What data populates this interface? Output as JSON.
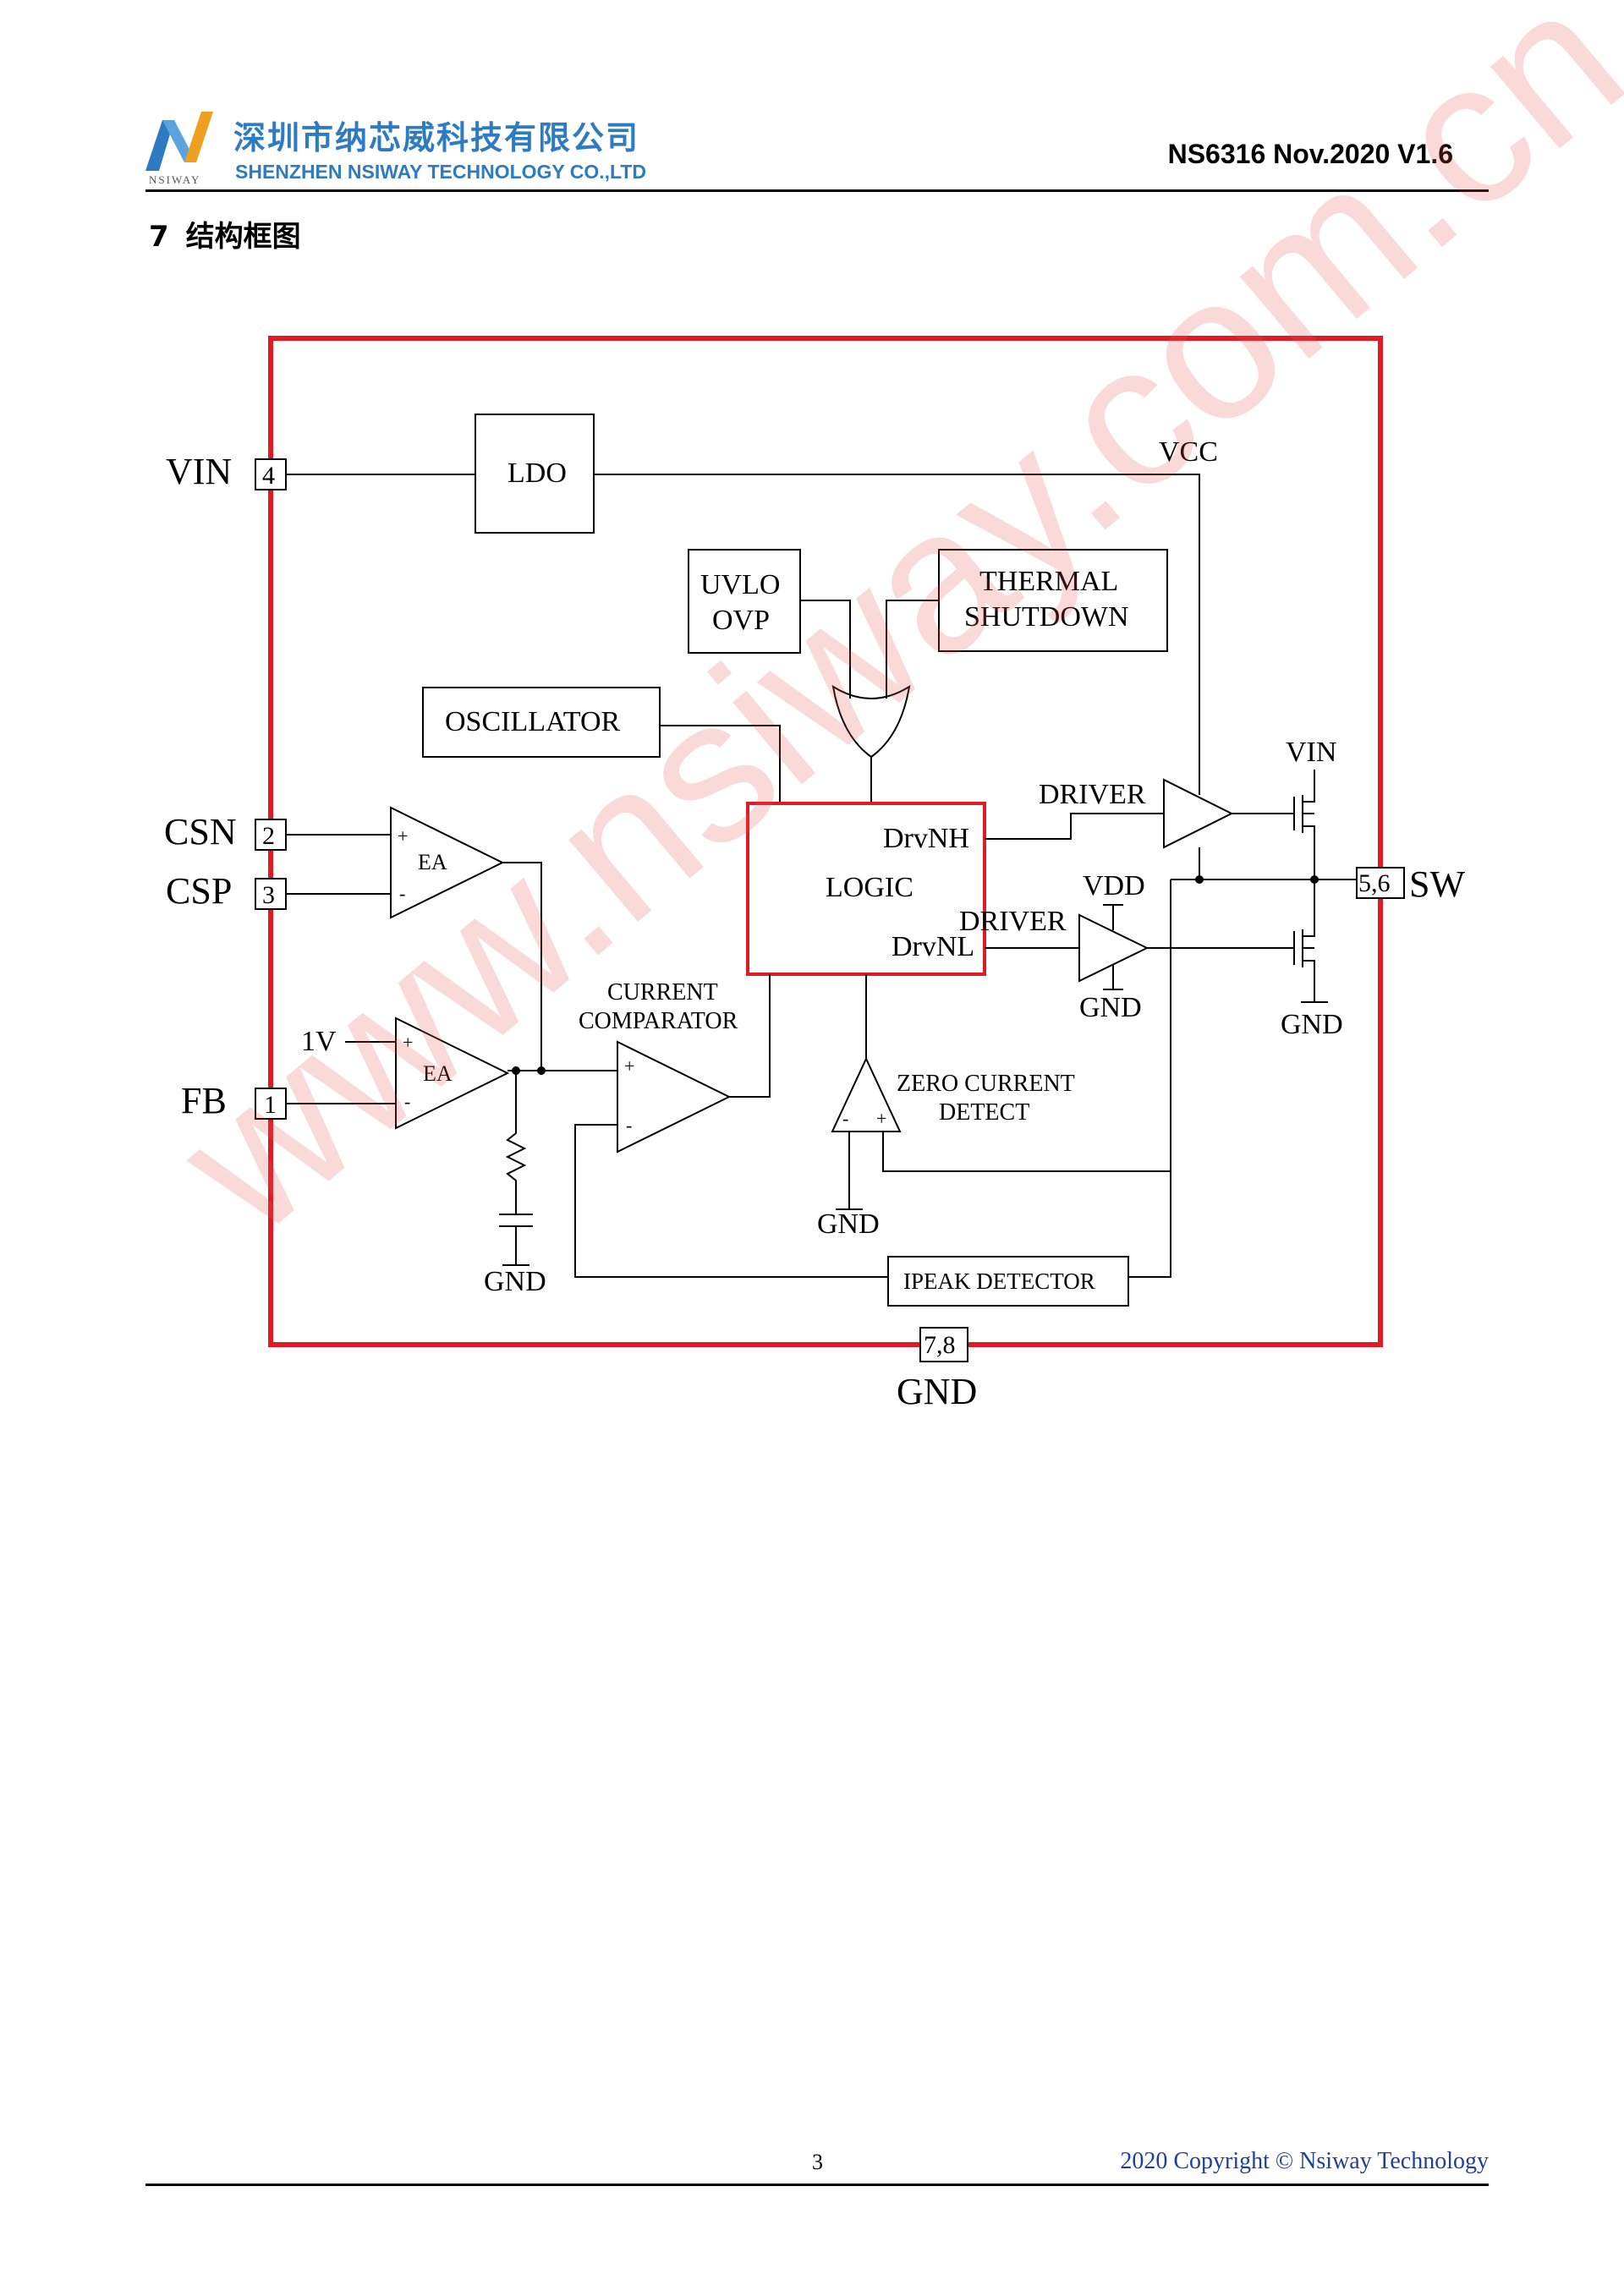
{
  "header": {
    "company_cn": "深圳市纳芯威科技有限公司",
    "company_en": "SHENZHEN NSIWAY TECHNOLOGY CO.,LTD",
    "logo_small": "NSIWAY",
    "doc_id": "NS6316 Nov.2020 V1.6"
  },
  "section": {
    "number": "7",
    "title": "结构框图"
  },
  "diagram": {
    "pins": {
      "vin": "VIN",
      "vin_num": "4",
      "csn": "CSN",
      "csn_num": "2",
      "csp": "CSP",
      "csp_num": "3",
      "fb": "FB",
      "fb_num": "1",
      "sw": "SW",
      "sw_num": "5,6",
      "gnd": "GND",
      "gnd_num": "7,8"
    },
    "blocks": {
      "ldo": "LDO",
      "uvlo": "UVLO",
      "ovp": "OVP",
      "thermal1": "THERMAL",
      "thermal2": "SHUTDOWN",
      "oscillator": "OSCILLATOR",
      "logic": "LOGIC",
      "drvnh": "DrvNH",
      "drvnl": "DrvNL",
      "ipeak": "IPEAK DETECTOR"
    },
    "labels": {
      "vcc": "VCC",
      "vin_top": "VIN",
      "driver_h": "DRIVER",
      "driver_l": "DRIVER",
      "vdd": "VDD",
      "gnd_drv": "GND",
      "gnd_fet": "GND",
      "gnd_zcd": "GND",
      "gnd_rc": "GND",
      "one_v": "1V",
      "ea1": "EA",
      "ea2": "EA",
      "current1": "CURRENT",
      "current2": "COMPARATOR",
      "zero1": "ZERO CURRENT",
      "zero2": "DETECT",
      "plus": "+",
      "minus": "-"
    }
  },
  "footer": {
    "page": "3",
    "copyright": "2020 Copyright © Nsiway Technology"
  },
  "watermark": "www.nsiway.com.cn",
  "colors": {
    "brand": "#2e7bc1",
    "border": "#e01b24",
    "watermark": "#e65050"
  }
}
